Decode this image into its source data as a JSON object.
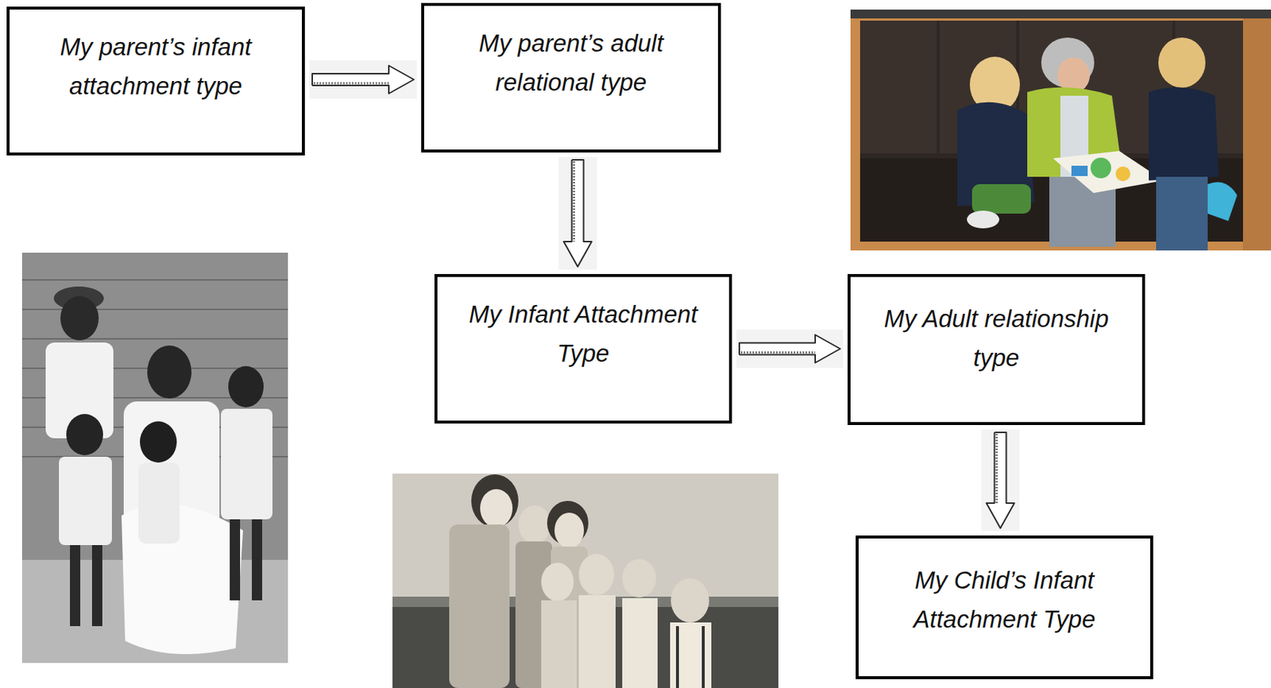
{
  "diagram": {
    "nodes": [
      {
        "text": [
          "My parent’s infant attachment type"
        ]
      },
      {
        "text": [
          "My parent’s adult relational type"
        ]
      },
      {
        "text": [
          "My Infant Attachment Type"
        ]
      },
      {
        "text": [
          "My Adult relationship type"
        ]
      },
      {
        "text": [
          "My Child’s Infant Attachment Type"
        ]
      }
    ],
    "edges": [
      {
        "from": 0,
        "to": 1,
        "arrow": "to"
      },
      {
        "from": 1,
        "to": 2,
        "arrow": "to"
      },
      {
        "from": 2,
        "to": 3,
        "arrow": "to"
      },
      {
        "from": 3,
        "to": 4,
        "arrow": "to"
      }
    ]
  }
}
